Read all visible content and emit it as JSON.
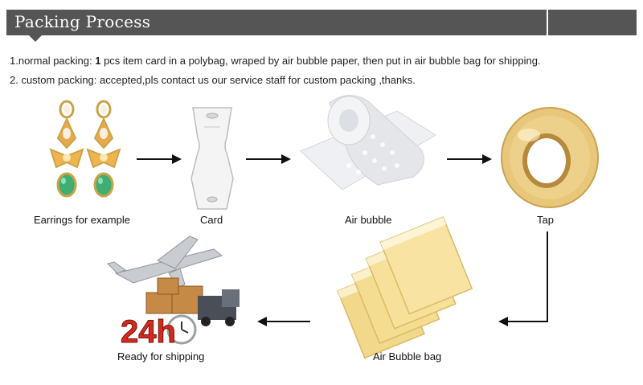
{
  "header": {
    "title": "Packing Process"
  },
  "notes": {
    "line1_prefix": "1.normal packing: ",
    "line1_bold": "1",
    "line1_rest": " pcs item card in a polybag, wraped by air bubble paper, then put in air bubble bag for shipping.",
    "line2": "2. custom packing: accepted,pls contact us our service staff for custom packing ,thanks."
  },
  "steps": {
    "earrings": "Earrings for example",
    "card": "Card",
    "air_bubble": "Air bubble",
    "tap": "Tap",
    "air_bubble_bag": "Air Bubble bag",
    "ready": "Ready for shipping"
  },
  "badge": {
    "text": "24h"
  },
  "colors": {
    "header_bg": "#555555",
    "tape": "#e8c77a",
    "bag": "#f2d88a",
    "badge_red": "#d42a1f",
    "gem_green": "#3fae72",
    "gem_amber": "#e8a94a"
  },
  "icons": [
    "earrings-icon",
    "card-icon",
    "bubble-wrap-icon",
    "tape-icon",
    "bubble-bag-icon",
    "shipping-icon",
    "arrow-icon"
  ]
}
